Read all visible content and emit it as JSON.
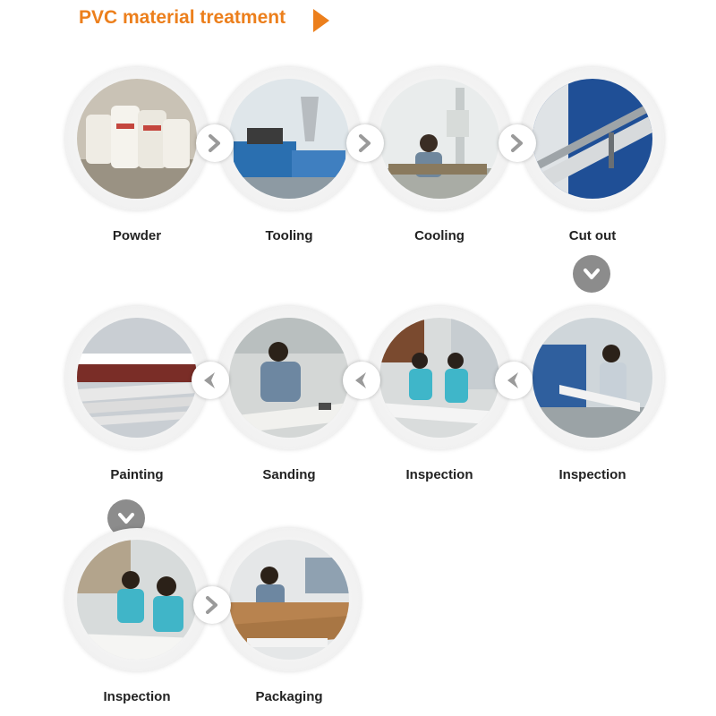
{
  "title": "PVC material treatment",
  "colors": {
    "accent": "#ec7f1c",
    "connector_icon": "#9a9a9a",
    "down_badge": "#8c8c8c"
  },
  "steps": [
    {
      "label": "Powder"
    },
    {
      "label": "Tooling"
    },
    {
      "label": "Cooling"
    },
    {
      "label": "Cut out"
    },
    {
      "label": "Inspection"
    },
    {
      "label": "Inspection"
    },
    {
      "label": "Sanding"
    },
    {
      "label": "Painting"
    },
    {
      "label": "Inspection"
    },
    {
      "label": "Packaging"
    }
  ],
  "connectors": {
    "right_arrow_icon": "chevron-right-icon",
    "left_arrow_icon": "chevron-left-icon",
    "down_arrow_icon": "chevron-down-icon"
  }
}
